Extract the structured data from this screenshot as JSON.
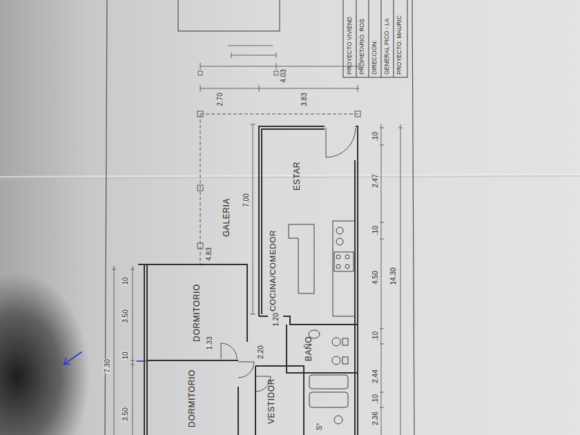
{
  "diagram": {
    "nodes": [
      {
        "text": [
          "PROYECTO VIVIEND",
          "PROPIETARIO: ROS",
          "DIRECCION:",
          "GENERAL PICO - LA",
          "PROYECTO: MAURIC"
        ]
      },
      {
        "text": [
          "GALERIA"
        ]
      },
      {
        "text": [
          "ESTAR"
        ]
      },
      {
        "text": [
          "COCINA/COMEDOR"
        ]
      },
      {
        "text": [
          "DORMITORIO"
        ]
      },
      {
        "text": [
          "DORMITORIO"
        ]
      },
      {
        "text": [
          "BAÑO"
        ]
      },
      {
        "text": [
          "VESTIDOR"
        ]
      }
    ],
    "labels": [
      "2.70",
      "3.83",
      "4.03",
      "7.00",
      "4.83",
      ".10",
      "2.47",
      ".10",
      "4.50",
      ".10",
      "2.44",
      ".10",
      "2.36",
      "14.30",
      "10",
      "3.50",
      "7.30",
      "10",
      "3.50",
      "1.33",
      "2.20",
      "1.20",
      "S°"
    ]
  }
}
